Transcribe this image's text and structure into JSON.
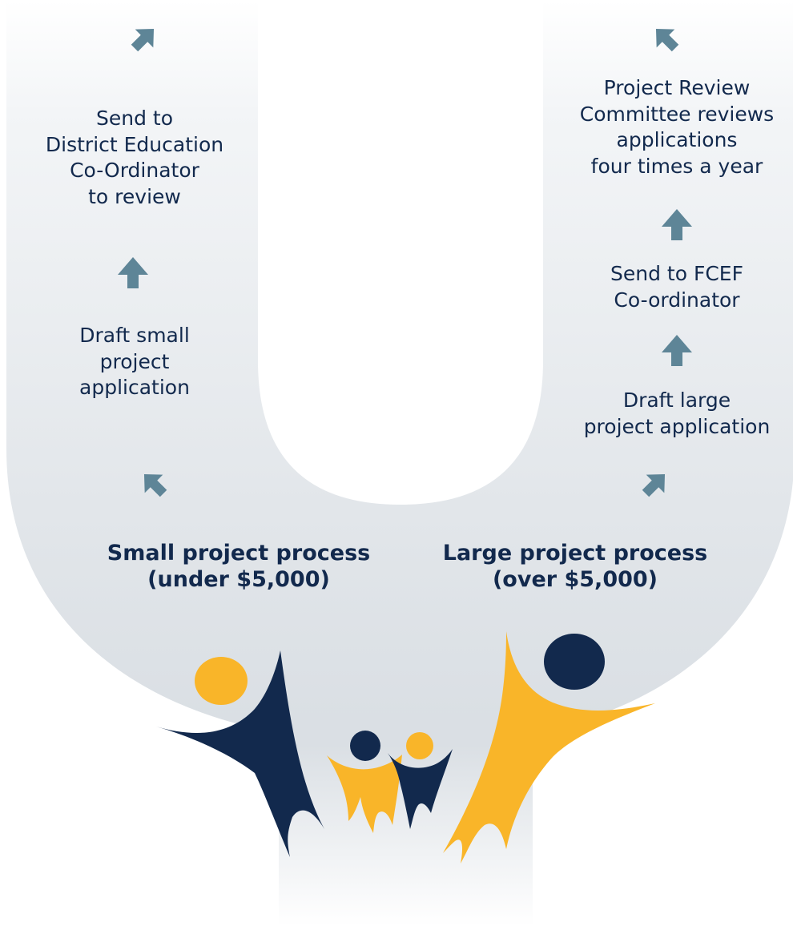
{
  "left_column": {
    "heading": [
      "Small project process",
      "(under $5,000)"
    ],
    "step_draft": [
      "Draft small",
      "project",
      "application"
    ],
    "step_send": [
      "Send to",
      "District Education",
      "Co-Ordinator",
      "to review"
    ]
  },
  "right_column": {
    "heading": [
      "Large project process",
      "(over $5,000)"
    ],
    "step_draft": [
      "Draft large",
      "project application"
    ],
    "step_send": [
      "Send to FCEF",
      "Co-ordinator"
    ],
    "step_review": [
      "Project Review",
      "Committee reviews",
      "applications",
      "four times a year"
    ]
  },
  "icons": {
    "arrow_up_right": "arrow-up-right-icon",
    "arrow_up_left": "arrow-up-left-icon",
    "arrow_up": "arrow-up-icon"
  },
  "colors": {
    "text": "#12294d",
    "arrow": "#5e8597",
    "navy": "#12294d",
    "gold": "#f9b529",
    "u_shape": "#dbe0e5"
  }
}
